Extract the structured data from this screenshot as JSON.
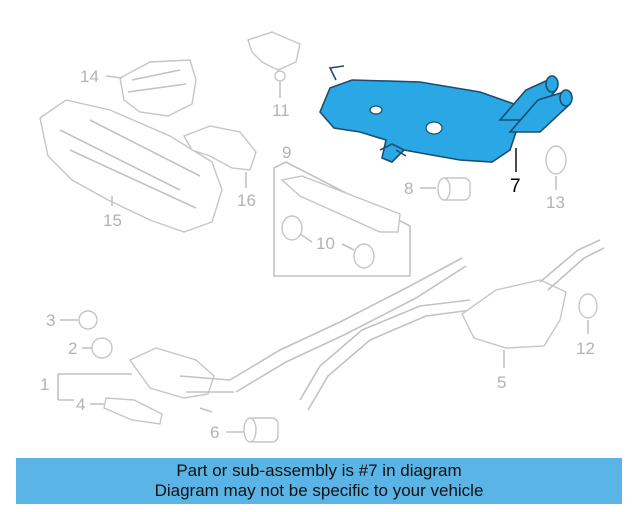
{
  "callouts": {
    "c1": "1",
    "c2": "2",
    "c3": "3",
    "c4": "4",
    "c5": "5",
    "c6": "6",
    "c7": "7",
    "c8": "8",
    "c9": "9",
    "c10": "10",
    "c11": "11",
    "c12": "12",
    "c13": "13",
    "c14": "14",
    "c15": "15",
    "c16": "16"
  },
  "highlight": {
    "part": "7",
    "color": "#2aa8e6"
  },
  "banner": {
    "line1": "Part or sub-assembly is #7 in diagram",
    "line2": "Diagram may not be specific to your vehicle",
    "color": "#5ab4e6"
  }
}
